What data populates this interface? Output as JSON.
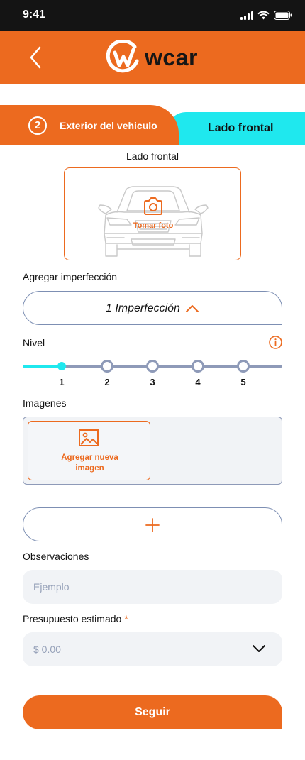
{
  "status_bar": {
    "time": "9:41"
  },
  "header": {
    "logo_text": "wcar"
  },
  "steps": {
    "current": {
      "number": "2",
      "label": "Exterior del vehiculo"
    },
    "next": {
      "label": "Lado frontal"
    }
  },
  "photo": {
    "title": "Lado frontal",
    "button_label": "Tomar foto"
  },
  "imperfection": {
    "label": "Agregar imperfección",
    "value": "1 Imperfección"
  },
  "level": {
    "label": "Nivel",
    "selected": 1,
    "options": [
      "1",
      "2",
      "3",
      "4",
      "5"
    ]
  },
  "images": {
    "label": "Imagenes",
    "add_line1": "Agregar nueva",
    "add_line2": "imagen"
  },
  "observations": {
    "label": "Observaciones",
    "placeholder": "Ejemplo"
  },
  "budget": {
    "label": "Presupuesto estimado",
    "required_mark": "*",
    "value": "$ 0.00"
  },
  "actions": {
    "primary_label": "Seguir"
  },
  "colors": {
    "accent": "#ec6a1f",
    "secondary": "#1fe8ee",
    "border": "#7d8fb3",
    "field_bg": "#f1f3f6"
  },
  "icons": [
    "back-arrow-icon",
    "camera-icon",
    "chevron-up-icon",
    "info-icon",
    "image-icon",
    "plus-icon",
    "chevron-down-icon"
  ]
}
